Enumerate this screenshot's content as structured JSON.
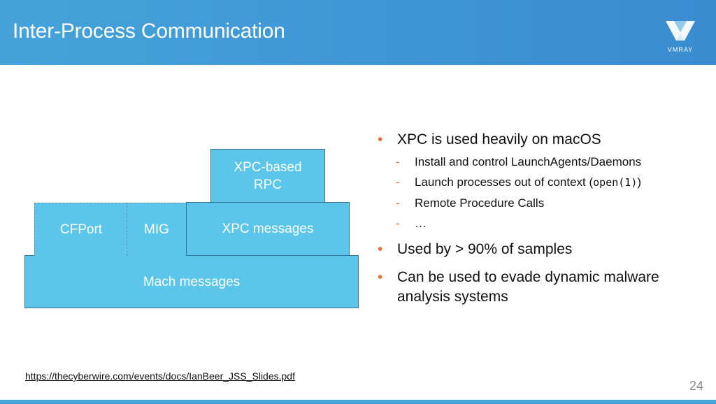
{
  "slide": {
    "title": "Inter-Process Communication",
    "logo_text": "VMRAY",
    "page_number": "24",
    "source_link": "https://thecyberwire.com/events/docs/IanBeer_JSS_Slides.pdf"
  },
  "diagram": {
    "mach_messages": "Mach messages",
    "cfport": "CFPort",
    "mig": "MIG",
    "xpc_messages": "XPC messages",
    "xpc_rpc_line1": "XPC-based",
    "xpc_rpc_line2": "RPC"
  },
  "bullets": {
    "b1": "XPC is used heavily on macOS",
    "b1_sub1": "Install and control LaunchAgents/Daemons",
    "b1_sub2_pre": "Launch processes out of context (",
    "b1_sub2_code": "open(1)",
    "b1_sub2_post": ")",
    "b1_sub3": "Remote Procedure Calls",
    "b1_sub4": "…",
    "b2": "Used by > 90% of samples",
    "b3": "Can be used to evade dynamic malware analysis systems"
  },
  "colors": {
    "header_blue": "#46a3da",
    "block_blue": "#5bc5ea",
    "bullet_orange": "#e5703c"
  }
}
